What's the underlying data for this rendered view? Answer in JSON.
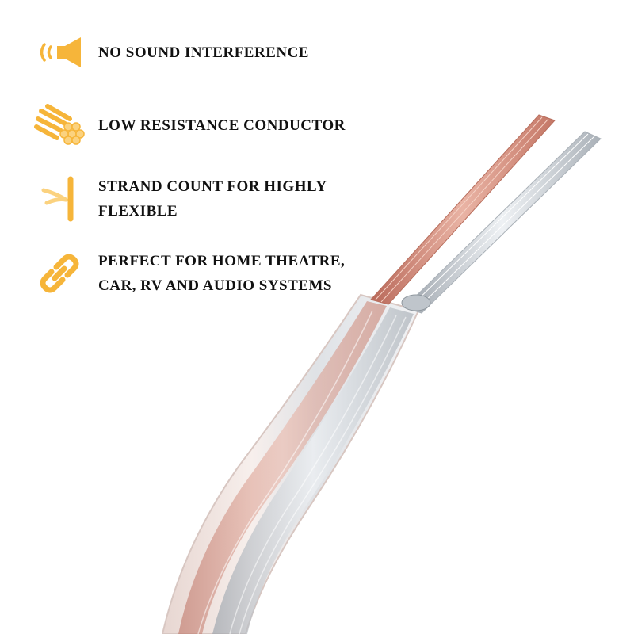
{
  "colors": {
    "accent": "#f6b53a",
    "accent_light": "#fbd27f",
    "text": "#111111",
    "copper": "#cf8a78",
    "silver": "#c9ced4"
  },
  "features": [
    {
      "icon": "speaker-icon",
      "text": "NO SOUND INTERFERENCE"
    },
    {
      "icon": "wire-bundle-icon",
      "text": "LOW RESISTANCE CONDUCTOR"
    },
    {
      "icon": "flexible-strand-icon",
      "text": "STRAND COUNT FOR HIGHLY\nFLEXIBLE"
    },
    {
      "icon": "chain-link-icon",
      "text": "PERFECT FOR HOME THEATRE,\nCAR, RV AND AUDIO SYSTEMS"
    }
  ]
}
